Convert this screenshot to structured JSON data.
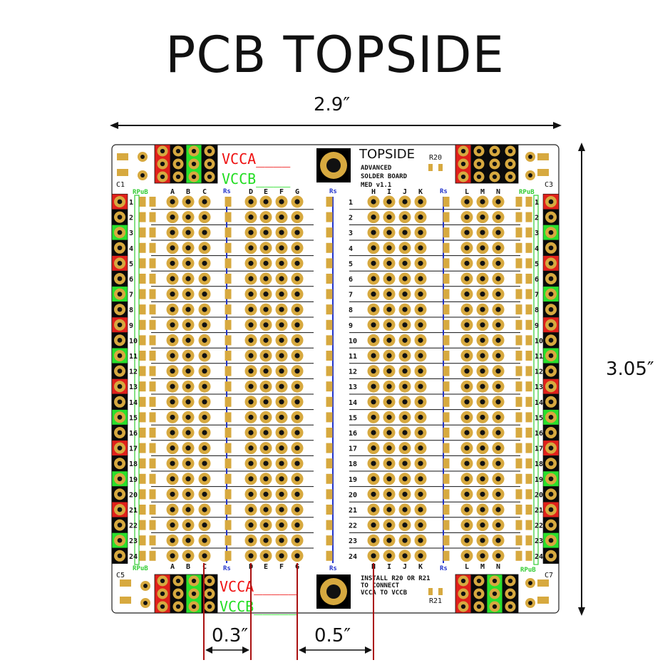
{
  "title": "PCB TOPSIDE",
  "dimensions": {
    "width": "2.9″",
    "height": "3.05″",
    "pitch_small": "0.3″",
    "pitch_large": "0.5″"
  },
  "board": {
    "header_title": "TOPSIDE",
    "header_sub1": "ADVANCED",
    "header_sub2": "SOLDER BOARD",
    "header_sub3": "MED v1.1",
    "vcca": "VCCA____",
    "vccb": "VCCB____",
    "vcca_bottom": "VCCA_____",
    "vccb_bottom": "VCCB_____",
    "install_note1": "INSTALL R20 OR R21",
    "install_note2": "TO CONNECT",
    "install_note3": "VCCA TO VCCB",
    "r20": "R20",
    "r21": "R21",
    "rpu": "RPuB",
    "rs": "Rs",
    "caps": [
      "C1",
      "C3",
      "C5",
      "C7"
    ],
    "columns_left": [
      "A",
      "B",
      "C"
    ],
    "columns_mid": [
      "D",
      "E",
      "F",
      "G"
    ],
    "columns_right": [
      "H",
      "I",
      "J",
      "K"
    ],
    "columns_far": [
      "L",
      "M",
      "N"
    ],
    "rows": [
      "1",
      "2",
      "3",
      "4",
      "5",
      "6",
      "7",
      "8",
      "9",
      "10",
      "11",
      "12",
      "13",
      "14",
      "15",
      "16",
      "17",
      "18",
      "19",
      "20",
      "21",
      "22",
      "23",
      "24"
    ]
  },
  "colors": {
    "gold": "#d7a93f",
    "red": "#e0201b",
    "green": "#29e02c",
    "black": "#0a0a0a",
    "blue_bus": "#2233cc",
    "rs_blue": "#2233cc",
    "rpu_green": "#33cc33",
    "vcca_red": "#ee1111",
    "vccb_green": "#22dd22",
    "dim_red": "#aa1111"
  }
}
